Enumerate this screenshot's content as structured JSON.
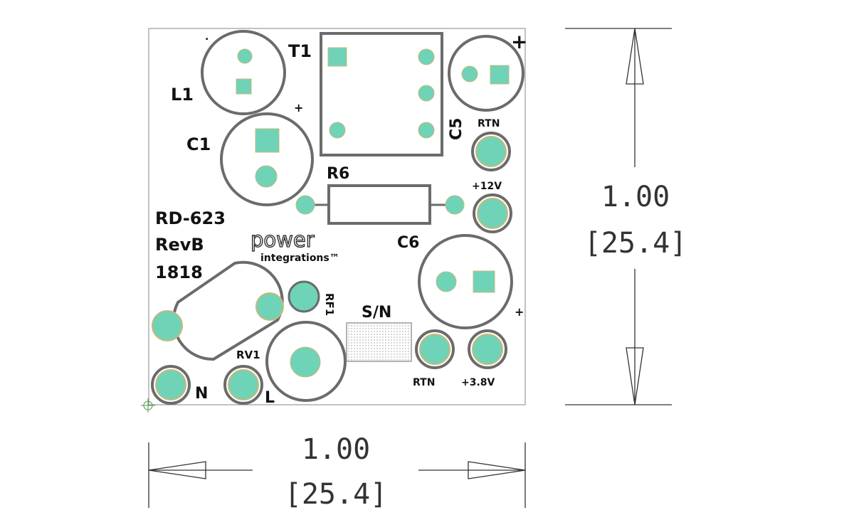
{
  "board": {
    "refdes": {
      "t1": "T1",
      "l1": "L1",
      "c1": "C1",
      "c5": "C5",
      "r6": "R6",
      "c6": "C6",
      "rf1": "RF1",
      "rv1": "RV1",
      "sn": "S/N"
    },
    "board_id": [
      "RD-623",
      "RevB",
      "1818"
    ],
    "logo": {
      "line1": "power",
      "line2": "integrations™"
    },
    "terminals": {
      "rtn_top": "RTN",
      "v12": "+12V",
      "rtn_bottom": "RTN",
      "v38": "+3.8V",
      "n": "N",
      "l": "L"
    },
    "polarity": {
      "c5_plus": "+",
      "c1_plus": "+",
      "c6_plus": "+"
    }
  },
  "dimensions": {
    "vertical": {
      "inches": "1.00",
      "mm": "[25.4]"
    },
    "horizontal": {
      "inches": "1.00",
      "mm": "[25.4]"
    }
  },
  "colors": {
    "pad": "#6fd3b8",
    "pad_ring": "#c8b87a",
    "outline": "#6b6b6b",
    "silk_text": "#111111"
  }
}
